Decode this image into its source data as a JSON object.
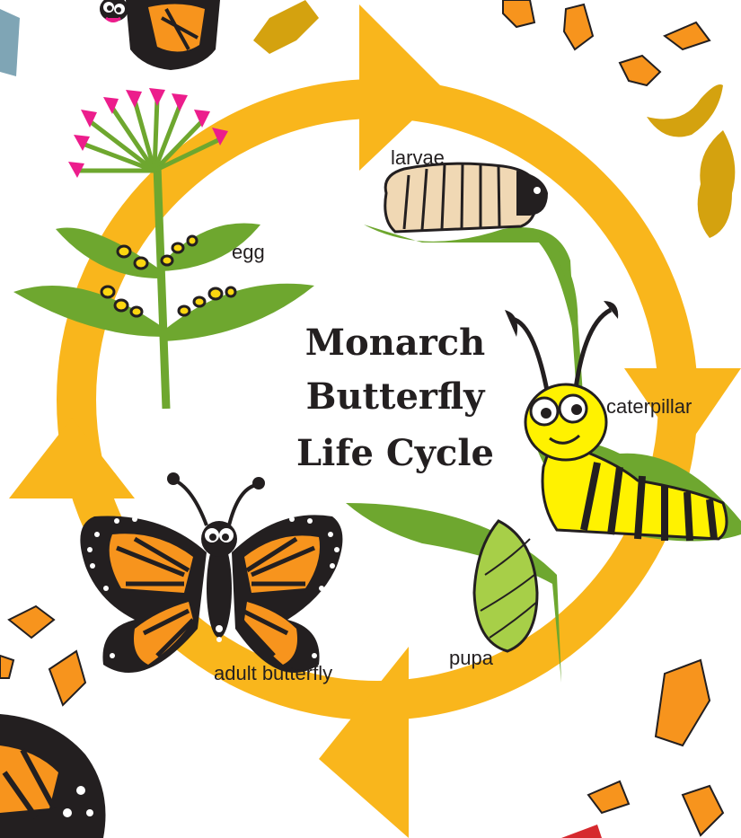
{
  "title_lines": [
    "Monarch",
    "Butterfly",
    "Life Cycle"
  ],
  "stages": [
    {
      "key": "egg",
      "label": "egg"
    },
    {
      "key": "larvae",
      "label": "larvae"
    },
    {
      "key": "caterpillar",
      "label": "caterpillar"
    },
    {
      "key": "pupa",
      "label": "pupa"
    },
    {
      "key": "adult",
      "label": "adult butterfly"
    }
  ],
  "colors": {
    "ring": "#f9b61c",
    "leaf": "#6ea72f",
    "orange": "#f7941d",
    "black": "#231f20",
    "caterpillar_yellow": "#fff200",
    "flower_pink": "#ec1d8c",
    "egg_yellow": "#fcd610",
    "larva_cream": "#f0d8b4",
    "pupa_green": "#a7cf48",
    "falling_leaf": "#d4a20f"
  }
}
